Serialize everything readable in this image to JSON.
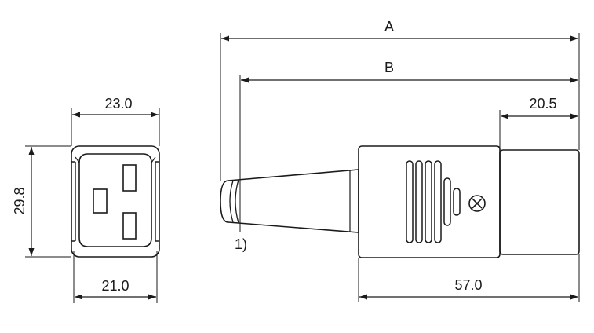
{
  "front_view": {
    "width_top": "23.0",
    "width_bottom": "21.0",
    "height": "29.8"
  },
  "side_view": {
    "dim_a": "A",
    "dim_b": "B",
    "dim_right": "20.5",
    "dim_body": "57.0",
    "note": "1)"
  }
}
